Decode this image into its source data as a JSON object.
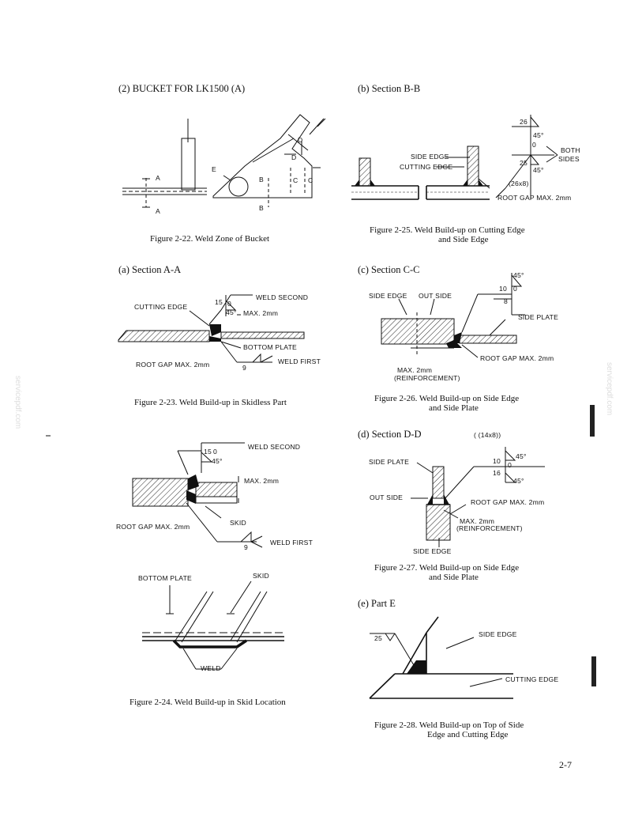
{
  "headings": {
    "bucket": "(2)  BUCKET FOR LK1500 (A)",
    "section_bb": "(b)  Section B-B",
    "section_aa": "(a)  Section A-A",
    "section_cc": "(c)  Section C-C",
    "section_dd": "(d)  Section D-D",
    "part_e": "(e)  Part E"
  },
  "captions": {
    "fig_2_22": "Figure  2-22.  Weld Zone of Bucket",
    "fig_2_23": "Figure  2-23.  Weld Build-up in Skidless Part",
    "fig_2_24": "Figure  2-24.  Weld Build-up in Skid Location",
    "fig_2_25_l1": "Figure  2-25.  Weld Build-up on Cutting Edge",
    "fig_2_25_l2": "and Side Edge",
    "fig_2_26_l1": "Figure  2-26.  Weld Build-up on Side Edge",
    "fig_2_26_l2": "and Side Plate",
    "fig_2_27_l1": "Figure  2-27.  Weld Build-up on Side Edge",
    "fig_2_27_l2": "and Side Plate",
    "fig_2_28_l1": "Figure  2-28.  Weld Build-up on Top of Side",
    "fig_2_28_l2": "Edge and Cutting Edge"
  },
  "fig22": {
    "a_top": "A",
    "a_bottom": "A",
    "e": "E",
    "b_top": "B",
    "b_bottom": "B",
    "d_top": "D",
    "d_bottom": "D",
    "c_left": "C",
    "c_right": "C"
  },
  "fig23": {
    "cutting_edge": "CUTTING EDGE",
    "weld_second": "WELD SECOND",
    "n15": "15",
    "n0": "0",
    "a45": "45°",
    "max": "MAX. 2mm",
    "bottom_plate": "BOTTOM PLATE",
    "root_gap": "ROOT GAP MAX. 2mm",
    "n9": "9",
    "weld_first": "WELD FIRST"
  },
  "fig24": {
    "weld_second": "WELD SECOND",
    "n15": "15",
    "n0": "0",
    "a45": "45°",
    "max": "MAX. 2mm",
    "root_gap": "ROOT GAP  MAX. 2mm",
    "skid": "SKID",
    "n9": "9",
    "weld_first": "WELD FIRST"
  },
  "fig24b": {
    "bottom_plate": "BOTTOM PLATE",
    "skid": "SKID",
    "weld": "WELD"
  },
  "fig25": {
    "n26": "26",
    "a45a": "45°",
    "n0": "0",
    "n25": "25",
    "a45b": "45°",
    "both": "BOTH",
    "sides": "SIDES",
    "side_edge": "SIDE EDGE",
    "cutting_edge": "CUTTING EDGE",
    "n26x8": "(26x8)",
    "root_gap": "ROOT GAP MAX. 2mm"
  },
  "fig26": {
    "a45": "45°",
    "n10": "10",
    "n0": "0",
    "n8": "8",
    "side_edge": "SIDE EDGE",
    "out_side": "OUT SIDE",
    "side_plate": "SIDE PLATE",
    "root_gap": "ROOT GAP MAX. 2mm",
    "max": "MAX. 2mm",
    "reinf": "(REINFORCEMENT)"
  },
  "fig27": {
    "n14x8": "( (14x8))",
    "side_plate": "SIDE PLATE",
    "n10": "10",
    "a45a": "45°",
    "n0": "0",
    "n16": "16",
    "a45b": "45°",
    "out_side": "OUT SIDE",
    "root_gap": "ROOT GAP MAX. 2mm",
    "max": "MAX. 2mm",
    "reinf": "(REINFORCEMENT)",
    "side_edge": "SIDE EDGE"
  },
  "fig28": {
    "n25": "25",
    "side_edge": "SIDE EDGE",
    "cutting_edge": "CUTTING EDGE"
  },
  "page_number": "2-7",
  "watermark": "servicepdf.com"
}
